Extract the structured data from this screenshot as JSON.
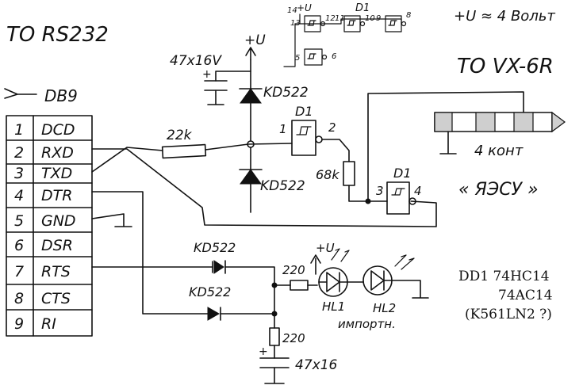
{
  "titles": {
    "left": "TO RS232",
    "right": "TO VX-6R",
    "connector": "DB9",
    "supply_note": "+U ≈ 4 Вольт"
  },
  "db9_pins": [
    {
      "num": "1",
      "name": "DCD"
    },
    {
      "num": "2",
      "name": "RXD"
    },
    {
      "num": "3",
      "name": "TXD"
    },
    {
      "num": "4",
      "name": "DTR"
    },
    {
      "num": "5",
      "name": "GND"
    },
    {
      "num": "6",
      "name": "DSR"
    },
    {
      "num": "7",
      "name": "RTS"
    },
    {
      "num": "8",
      "name": "CTS"
    },
    {
      "num": "9",
      "name": "RI"
    }
  ],
  "components": {
    "cap_top": "47x16V",
    "vcc_top": "+U",
    "diode_top": "KD522",
    "diode_bottom": "KD522",
    "resistor_input": "22k",
    "resistor_mid": "68k",
    "gate1_label": "D1",
    "gate1_in": "1",
    "gate1_out": "2",
    "gate2_label": "D1",
    "gate2_in": "3",
    "gate2_out": "4",
    "diode_rts": "KD522",
    "diode_dtr": "KD522",
    "resistor_led": "220",
    "resistor_bottom": "220",
    "vcc_led": "+U",
    "led1": "HL1",
    "led2": "HL2",
    "led_note": "импортн.",
    "cap_bottom": "47x16",
    "cap_plus": "+",
    "cap_top_plus": "+"
  },
  "inset": {
    "label": "D1",
    "vcc": "+U",
    "pin14": "14",
    "pin13": "13",
    "pin12": "12",
    "pin11": "11",
    "pin10": "10",
    "pin9": "9",
    "pin8": "8",
    "pin5": "5",
    "pin6": "6"
  },
  "radio_plug": {
    "contacts": "4 конт",
    "brand": "« ЯЭСУ »"
  },
  "ic_note": {
    "line1": "DD1  74HC14",
    "line2": "74AC14",
    "line3": "(K561LN2 ?)"
  }
}
